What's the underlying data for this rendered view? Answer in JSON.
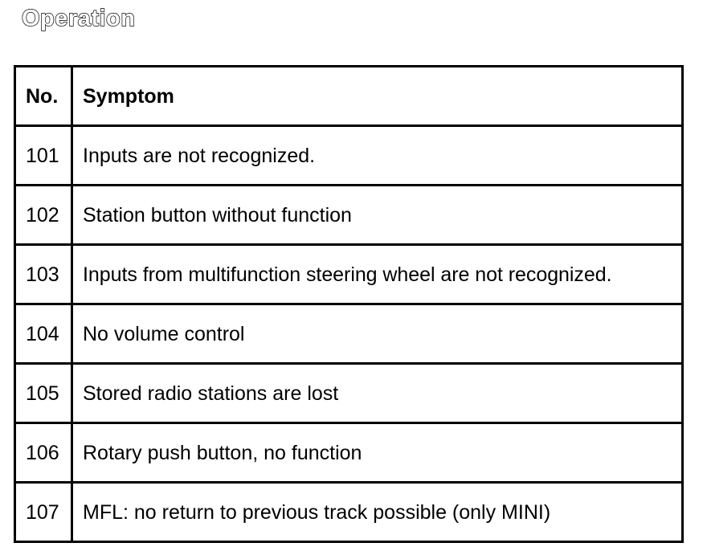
{
  "page": {
    "title": "Operation",
    "background_color": "#ffffff",
    "text_color": "#000000",
    "border_color": "#000000"
  },
  "table": {
    "name": "symptom-table",
    "columns": [
      {
        "key": "no",
        "label": "No."
      },
      {
        "key": "symptom",
        "label": "Symptom"
      }
    ],
    "rows": [
      {
        "no": "101",
        "symptom": "Inputs are not recognized."
      },
      {
        "no": "102",
        "symptom": "Station button without function"
      },
      {
        "no": "103",
        "symptom": "Inputs from multifunction steering wheel are not recognized."
      },
      {
        "no": "104",
        "symptom": "No volume control"
      },
      {
        "no": "105",
        "symptom": "Stored radio stations are lost"
      },
      {
        "no": "106",
        "symptom": "Rotary push button, no function"
      },
      {
        "no": "107",
        "symptom": "MFL: no return to previous track possible (only MINI)"
      }
    ]
  }
}
